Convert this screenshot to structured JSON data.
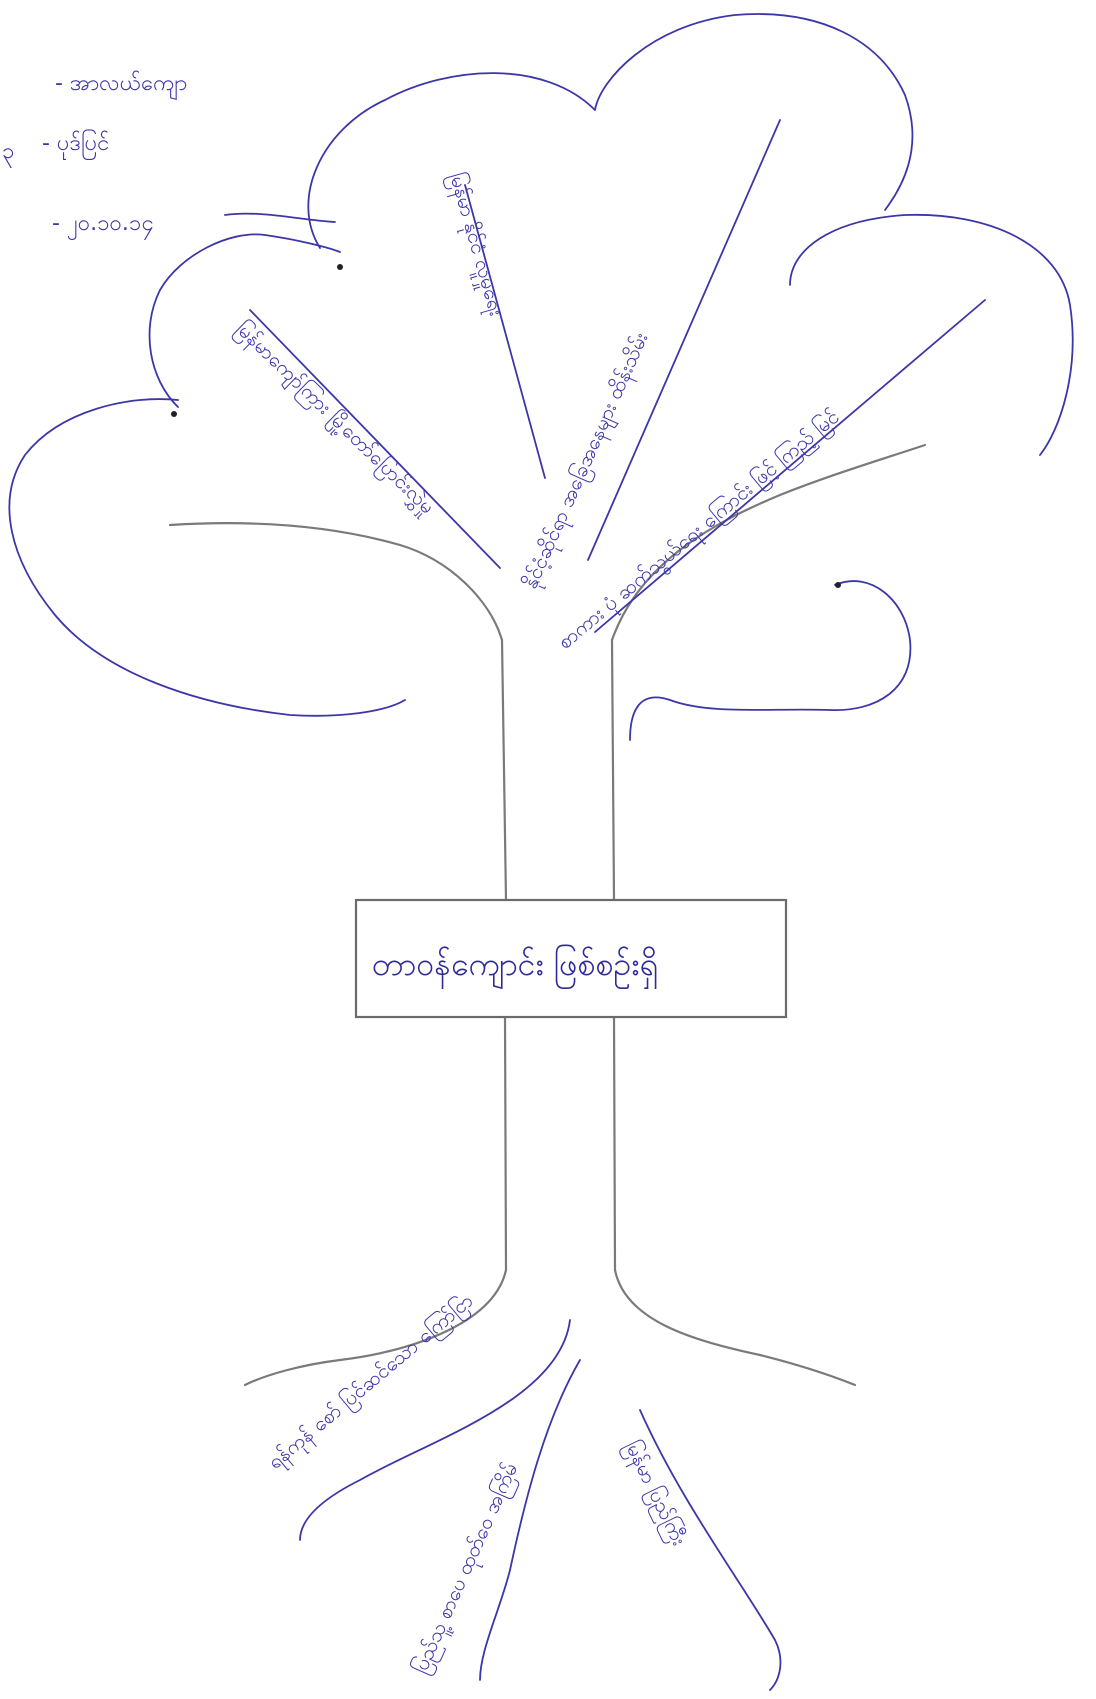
{
  "header": {
    "line1": "- အာလယ်ကျော",
    "line2_prefix": "၃",
    "line2": "- ပုဒ်ပြင်",
    "line3": "- ၂၀.၁၀.၁၄"
  },
  "trunk_label": "တာဝန်ကျောင်း ဖြစ်စဉ်းရှိ",
  "branches": [
    "မြန်မာကျော်ကြား မြို့တော်ပြောင်းလွှဲမှု",
    "မြန်မာ နိုင်ငံ လူမှုရေး",
    "နိုင်ငံ့ဆိုင်ရာ အခြေအနေများ ထိန်းသိမ်း",
    "စာကား ပုံ ဆက်သွယ်ရေး ကြောင်း ဖြင့် ကြည့် မြင်"
  ],
  "roots": [
    "ရန်ကုန် စော် ပြင်ဆင်သော ကြော်ငြာ",
    "ပြည်သူ့ စာပေ ထုတ်ဝေ အကြိမ်",
    "မြန်မာ ပြည်ကြီး"
  ],
  "colors": {
    "ink": "#3d36a8",
    "pencil": "#7a7a7a",
    "paper": "#ffffff"
  }
}
